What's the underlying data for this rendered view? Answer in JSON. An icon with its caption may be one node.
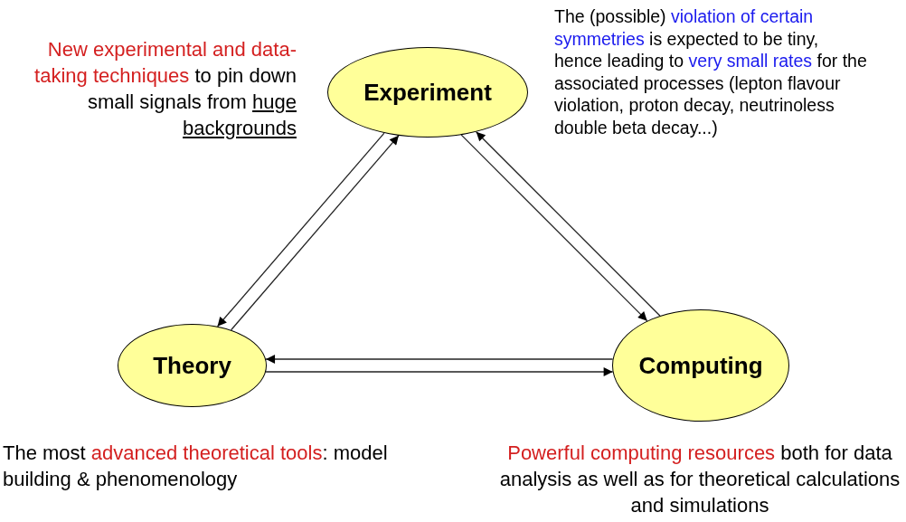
{
  "diagram": {
    "nodes": [
      {
        "text": [
          "Experiment"
        ]
      },
      {
        "text": [
          "Theory"
        ]
      },
      {
        "text": [
          "Computing"
        ]
      }
    ],
    "edges": [
      {
        "from": 1,
        "to": 0,
        "arrow": "to"
      },
      {
        "from": 0,
        "to": 1,
        "arrow": "to"
      },
      {
        "from": 0,
        "to": 2,
        "arrow": "to"
      },
      {
        "from": 2,
        "to": 0,
        "arrow": "to"
      },
      {
        "from": 1,
        "to": 2,
        "arrow": "to"
      },
      {
        "from": 2,
        "to": 1,
        "arrow": "to"
      }
    ],
    "labels": [
      "New experimental and data-taking techniques",
      "to pin down small signals from",
      "huge backgrounds",
      "The (possible)",
      "violation of certain symmetries",
      "is expected to be tiny, hence leading to",
      "very small rates",
      "for the associated processes (lepton flavour violation, proton decay, neutrinoless double beta decay...)",
      "The most",
      "advanced theoretical tools",
      ": model building & phenomenology",
      "Powerful computing resources",
      "both for data analysis as well as for theoretical calculations and simulations"
    ]
  }
}
